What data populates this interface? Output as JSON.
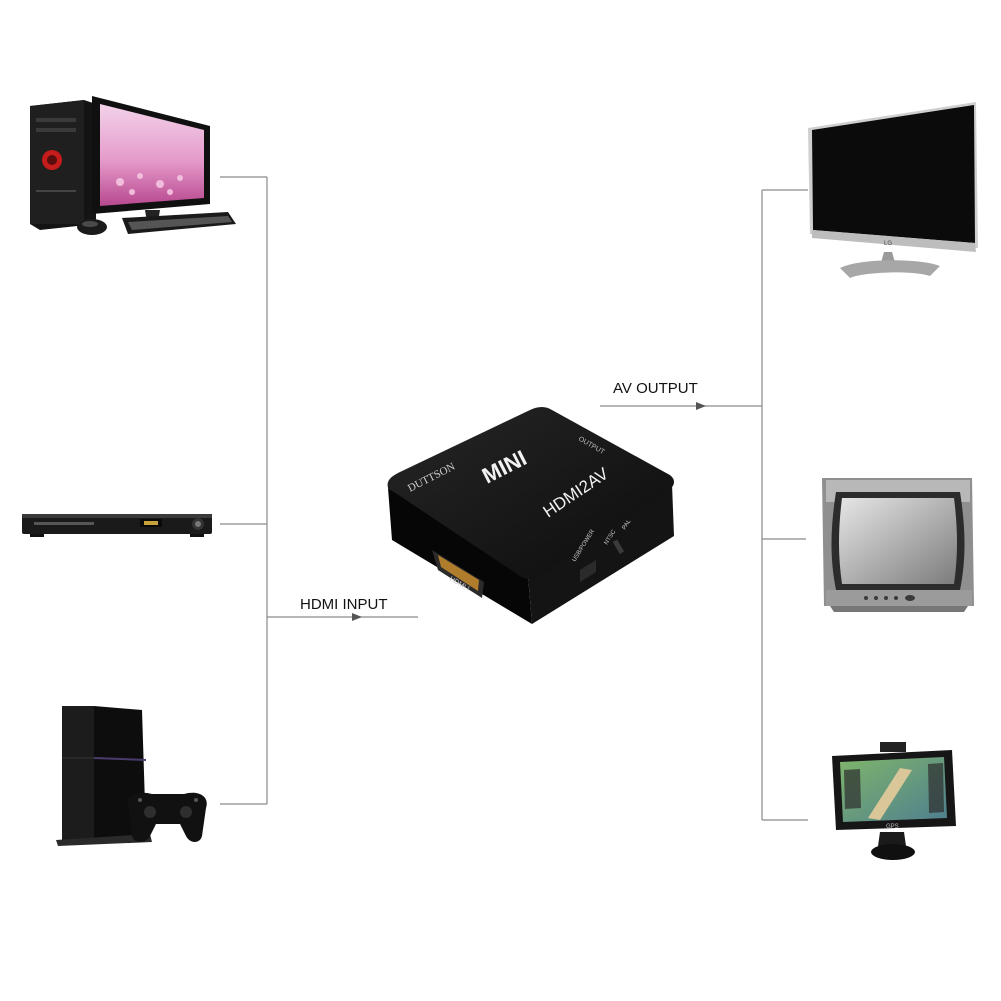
{
  "labels": {
    "hdmi_input": "HDMI INPUT",
    "av_output": "AV OUTPUT"
  },
  "converter": {
    "brand": "DUTTSON",
    "mini": "MINI",
    "model": "HDMI2AV",
    "output": "OUTPUT",
    "hdmi_port": "HDMI I",
    "usb_power": "USB/POWER",
    "ntsc": "NTSC",
    "pal": "PAL"
  },
  "sources": [
    "desktop-computer",
    "dvd-player",
    "game-console"
  ],
  "outputs": [
    "flat-tv",
    "crt-tv",
    "gps-navigator"
  ],
  "monitor_brand": "LG",
  "gps_brand": "GPS",
  "colors": {
    "line": "#8a8a8a",
    "device_black": "#161616",
    "screen_pink": "#d87bb6"
  }
}
